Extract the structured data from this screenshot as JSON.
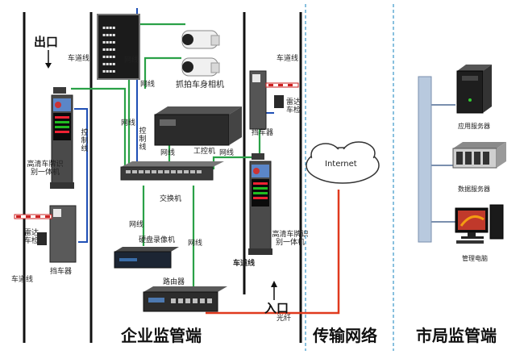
{
  "regions": {
    "enterprise": "企业监管端",
    "transmission": "传输网络",
    "bureau": "市局监管端"
  },
  "directions": {
    "exit": "出口",
    "entrance": "入口"
  },
  "devices": {
    "left_cam_unit": "高清车牌识别一体机",
    "right_cam_unit": "高清车牌识别一体机",
    "left_radar": "雷达车检",
    "right_radar": "雷达车检",
    "left_barrier": "挡车器",
    "right_barrier": "挡车器",
    "capture_camera": "抓拍车身相机",
    "ipc": "工控机",
    "switch": "交换机",
    "nvr": "硬盘录像机",
    "router": "路由器",
    "internet": "Internet"
  },
  "servers": {
    "app": "应用服务器",
    "data": "数据服务器",
    "pc": "管理电脑"
  },
  "lines": {
    "lane_top_left": "车道线",
    "lane_bottom_left": "车道线",
    "lane_top_right": "车道线",
    "lane_bottom_mid": "车道线",
    "net1": "网线",
    "net2": "网线",
    "net3": "网线",
    "net4": "网线",
    "net5": "网线",
    "net6": "网线",
    "net7": "网线",
    "ctrl_left": "控制线",
    "ctrl_mid": "控制线",
    "fiber": "光纤"
  },
  "colors": {
    "network_line": "#2aa147",
    "control_line": "#1f4fb5",
    "fiber_line": "#e03a1e",
    "boundary": "#3a97c9"
  }
}
